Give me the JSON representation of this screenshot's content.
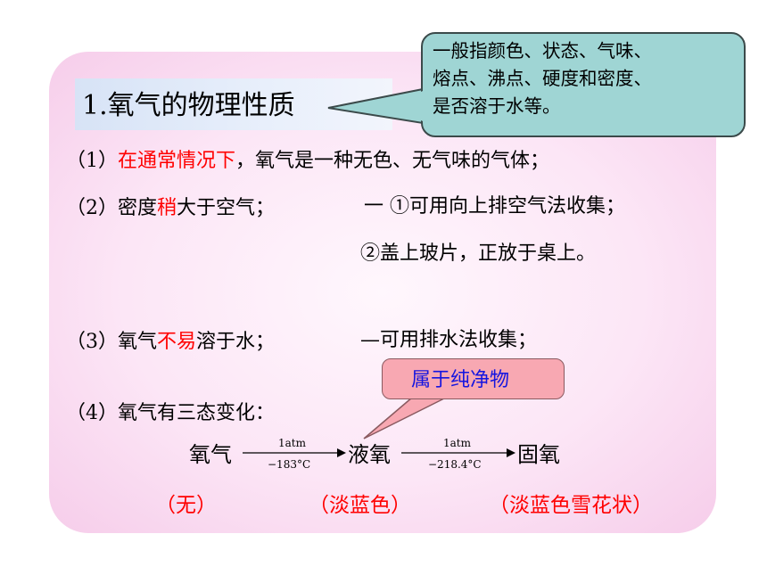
{
  "title": "1.氧气的物理性质",
  "callout": {
    "lines": [
      "一般指颜色、状态、气味、",
      "熔点、沸点、硬度和密度、",
      "是否溶于水等。"
    ]
  },
  "items": {
    "item1": {
      "prefix": "（1）",
      "highlight": "在通常情况下",
      "rest": "，氧气是一种无色、无气味的气体；"
    },
    "item2": {
      "prefix": "（2）密度",
      "highlight": "稍",
      "rest": "大于空气；"
    },
    "item2_note1": "一  ①可用向上排空气法收集；",
    "item2_note2": "②盖上玻片，正放于桌上。",
    "item3": {
      "prefix": "（3）氧气",
      "highlight": "不易",
      "rest": "溶于水；"
    },
    "item3_note": "—可用排水法收集；",
    "item4": "（4）氧气有三态变化："
  },
  "pure_label": "属于纯净物",
  "transition": {
    "state1": "氧气",
    "state2": "液氧",
    "state3": "固氧",
    "arrow1_top": "1atm",
    "arrow1_bottom": "−183°C",
    "arrow2_top": "1atm",
    "arrow2_bottom": "−218.4°C"
  },
  "colors": {
    "labels": [
      "（无）",
      "（淡蓝色）",
      "（淡蓝色雪花状）"
    ]
  },
  "accent": {
    "red": "#ff0000",
    "blue": "#1515e0",
    "callout_bg": "#9fd5d4",
    "pure_bg": "#f8a8b2"
  }
}
